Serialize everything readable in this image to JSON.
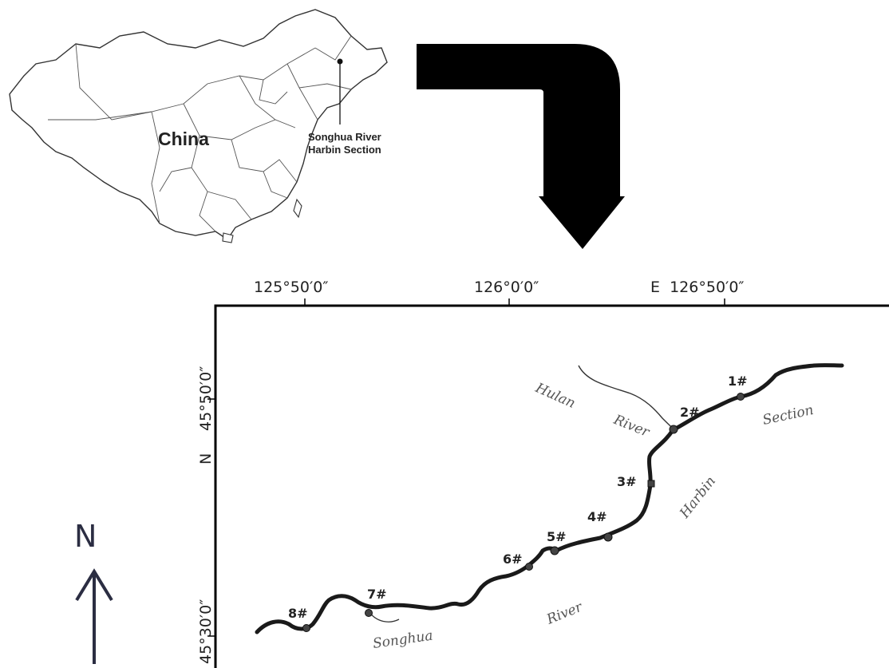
{
  "inset": {
    "country_label": "China",
    "callout_line1": "Songhua River",
    "callout_line2": "Harbin Section"
  },
  "map": {
    "top_lon_labels": [
      "125°50′0″",
      "126°0′0″",
      "E  126°50′0″"
    ],
    "left_lat_labels": [
      "45°50′0″",
      "N",
      "45°30′0″"
    ],
    "river_labels": {
      "hulan": "Hulan",
      "hulan_river": "River",
      "section": "Section",
      "harbin": "Harbin",
      "river": "River",
      "songhua": "Songhua"
    },
    "stations": [
      "1#",
      "2#",
      "3#",
      "4#",
      "5#",
      "6#",
      "7#",
      "8#"
    ]
  },
  "north_arrow": {
    "label": "N"
  },
  "colors": {
    "arrow": "#000000",
    "river": "#1a1a1a",
    "frame": "#000000",
    "north": "#2b2d42"
  }
}
